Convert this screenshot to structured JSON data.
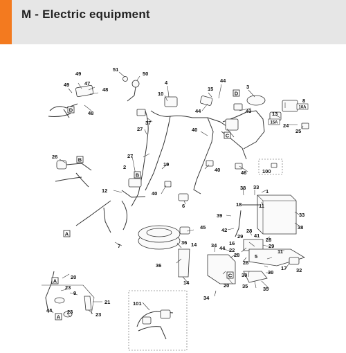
{
  "header": {
    "title": "M - Electric equipment",
    "accent_color": "#f37a1f",
    "background_color": "#e6e6e6"
  },
  "diagram": {
    "callouts": [
      {
        "label": "1"
      },
      {
        "label": "2"
      },
      {
        "label": "3"
      },
      {
        "label": "4"
      },
      {
        "label": "5"
      },
      {
        "label": "6"
      },
      {
        "label": "7"
      },
      {
        "label": "8"
      },
      {
        "label": "9"
      },
      {
        "label": "10"
      },
      {
        "label": "11"
      },
      {
        "label": "11"
      },
      {
        "label": "12"
      },
      {
        "label": "13"
      },
      {
        "label": "14"
      },
      {
        "label": "14"
      },
      {
        "label": "15"
      },
      {
        "label": "16"
      },
      {
        "label": "17"
      },
      {
        "label": "18"
      },
      {
        "label": "19"
      },
      {
        "label": "20"
      },
      {
        "label": "20"
      },
      {
        "label": "21"
      },
      {
        "label": "22"
      },
      {
        "label": "23"
      },
      {
        "label": "23"
      },
      {
        "label": "24"
      },
      {
        "label": "25"
      },
      {
        "label": "26"
      },
      {
        "label": "27"
      },
      {
        "label": "27"
      },
      {
        "label": "28"
      },
      {
        "label": "28"
      },
      {
        "label": "28"
      },
      {
        "label": "28"
      },
      {
        "label": "29"
      },
      {
        "label": "29"
      },
      {
        "label": "30"
      },
      {
        "label": "30"
      },
      {
        "label": "32"
      },
      {
        "label": "33"
      },
      {
        "label": "33"
      },
      {
        "label": "34"
      },
      {
        "label": "34"
      },
      {
        "label": "35"
      },
      {
        "label": "35"
      },
      {
        "label": "36"
      },
      {
        "label": "36"
      },
      {
        "label": "37"
      },
      {
        "label": "38"
      },
      {
        "label": "38"
      },
      {
        "label": "39"
      },
      {
        "label": "40"
      },
      {
        "label": "40"
      },
      {
        "label": "40"
      },
      {
        "label": "41"
      },
      {
        "label": "42"
      },
      {
        "label": "43"
      },
      {
        "label": "44"
      },
      {
        "label": "44"
      },
      {
        "label": "44"
      },
      {
        "label": "44"
      },
      {
        "label": "45"
      },
      {
        "label": "46"
      },
      {
        "label": "47"
      },
      {
        "label": "48"
      },
      {
        "label": "48"
      },
      {
        "label": "49"
      },
      {
        "label": "49"
      },
      {
        "label": "50"
      },
      {
        "label": "51"
      },
      {
        "label": "100"
      },
      {
        "label": "101"
      }
    ],
    "connector_markers": [
      {
        "label": "A"
      },
      {
        "label": "A"
      },
      {
        "label": "A"
      },
      {
        "label": "B"
      },
      {
        "label": "B"
      },
      {
        "label": "C"
      },
      {
        "label": "C"
      },
      {
        "label": "D"
      },
      {
        "label": "D"
      }
    ],
    "fuse_labels": [
      {
        "label": "10A"
      },
      {
        "label": "15A"
      }
    ]
  }
}
